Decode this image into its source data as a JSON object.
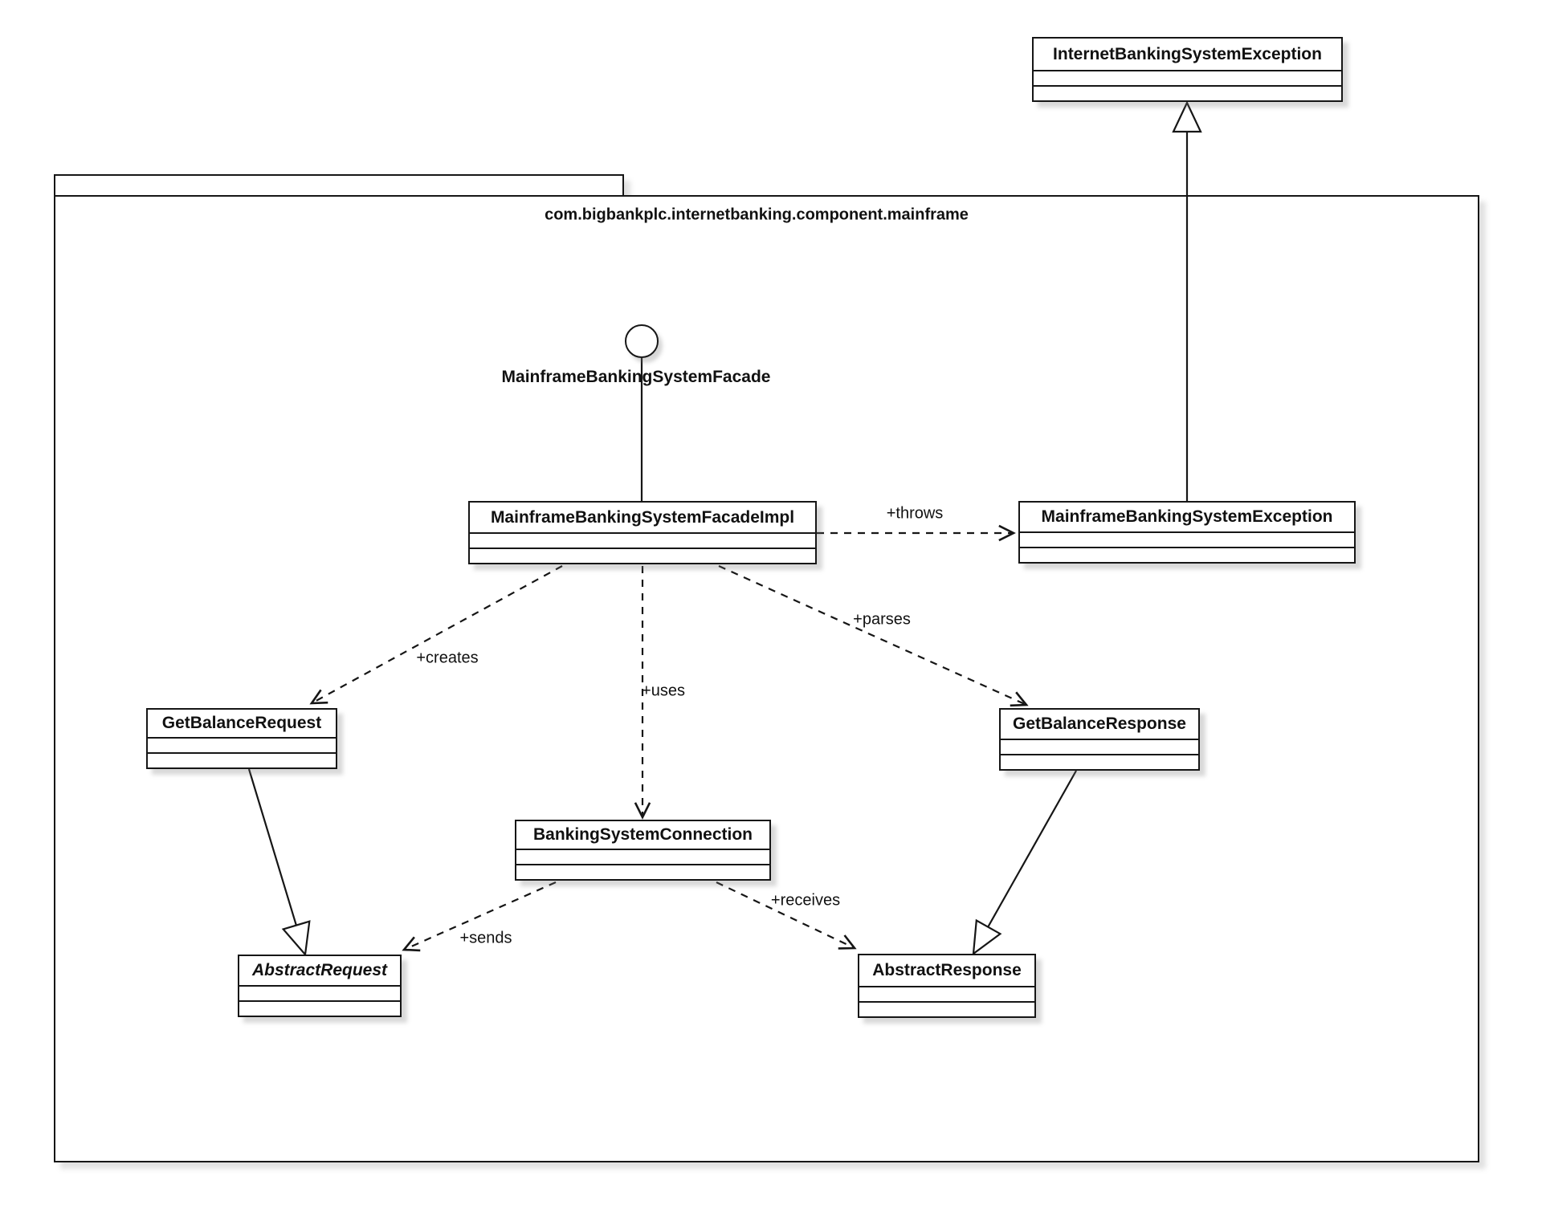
{
  "package": {
    "title": "com.bigbankplc.internetbanking.component.mainframe"
  },
  "interface": {
    "label": "MainframeBankingSystemFacade",
    "icon": "lollipop-interface-circle"
  },
  "classes": [
    {
      "name": "InternetBankingSystemException",
      "abstract": false
    },
    {
      "name": "MainframeBankingSystemFacadeImpl",
      "abstract": false
    },
    {
      "name": "MainframeBankingSystemException",
      "abstract": false
    },
    {
      "name": "GetBalanceRequest",
      "abstract": false
    },
    {
      "name": "GetBalanceResponse",
      "abstract": false
    },
    {
      "name": "BankingSystemConnection",
      "abstract": false
    },
    {
      "name": "AbstractRequest",
      "abstract": true
    },
    {
      "name": "AbstractResponse",
      "abstract": false
    }
  ],
  "relationships": {
    "throws": "+throws",
    "creates": "+creates",
    "uses": "+uses",
    "parses": "+parses",
    "sends": "+sends",
    "receives": "+receives"
  },
  "colors": {
    "line": "#161616",
    "fill": "#ffffff",
    "shadow": "#bdbdbd"
  }
}
